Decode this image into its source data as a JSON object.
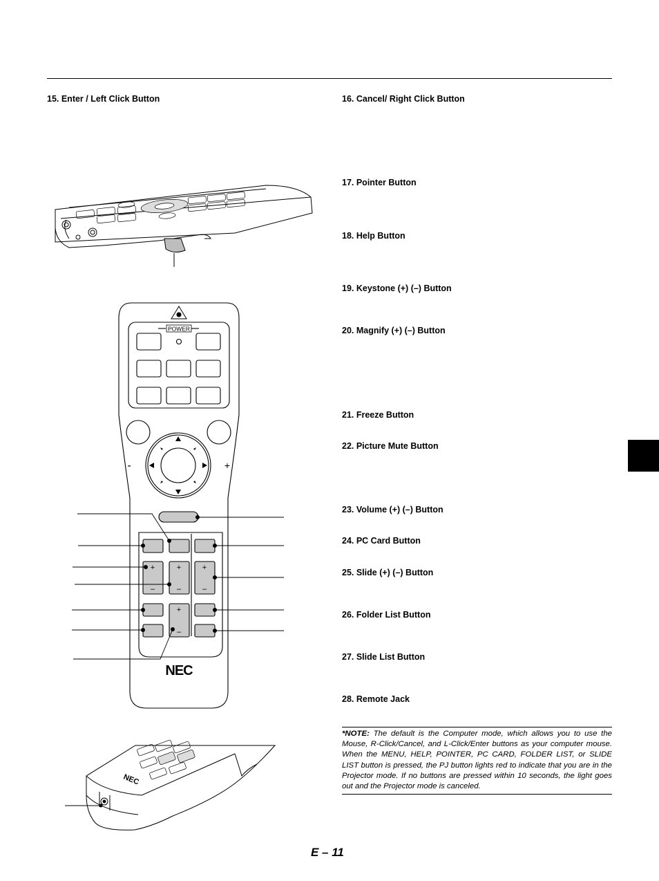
{
  "headings": {
    "h15": "15. Enter / Left Click Button",
    "h16": "16. Cancel/ Right Click Button",
    "h17": "17. Pointer Button",
    "h18": "18. Help Button",
    "h19": "19. Keystone (+) (–) Button",
    "h20": "20. Magnify (+) (–) Button",
    "h21": "21. Freeze Button",
    "h22": "22. Picture Mute Button",
    "h23": "23. Volume (+) (–) Button",
    "h24": "24. PC Card Button",
    "h25": "25. Slide (+) (–) Button",
    "h26": "26. Folder List Button",
    "h27": "27. Slide List Button",
    "h28": "28. Remote Jack"
  },
  "note": {
    "label": "*NOTE:",
    "text": " The default is the Computer mode, which allows you to use the Mouse, R-Click/Cancel, and L-Click/Enter buttons as your computer mouse. When the MENU, HELP, POINTER, PC CARD, FOLDER LIST, or SLIDE LIST button is pressed, the PJ button lights red to indicate that you are in the Projector mode. If no buttons are pressed within 10 seconds, the light goes out and the Projector mode is canceled."
  },
  "remote": {
    "power_label": "POWER",
    "logo": "NEC",
    "minus": "-",
    "plus": "+"
  },
  "footer": {
    "page_number": "E – 11"
  }
}
